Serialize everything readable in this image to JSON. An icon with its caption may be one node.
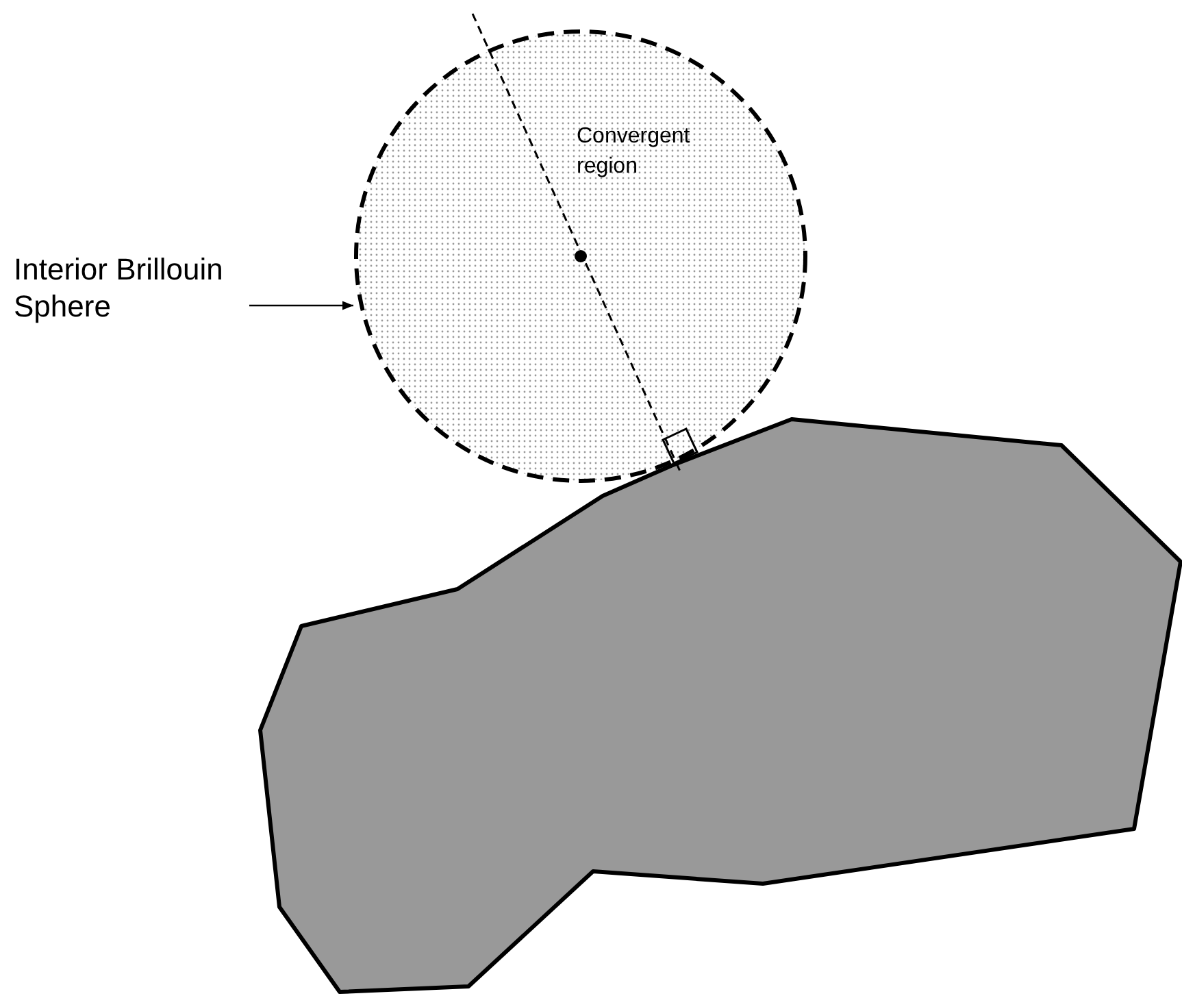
{
  "diagram": {
    "nodes": [
      {
        "text": [
          "Interior Brillouin Sphere"
        ]
      },
      {
        "text": [
          "Convergent region"
        ]
      }
    ],
    "edges": [
      {
        "from": 0,
        "to": 1,
        "arrow": "to"
      }
    ]
  }
}
